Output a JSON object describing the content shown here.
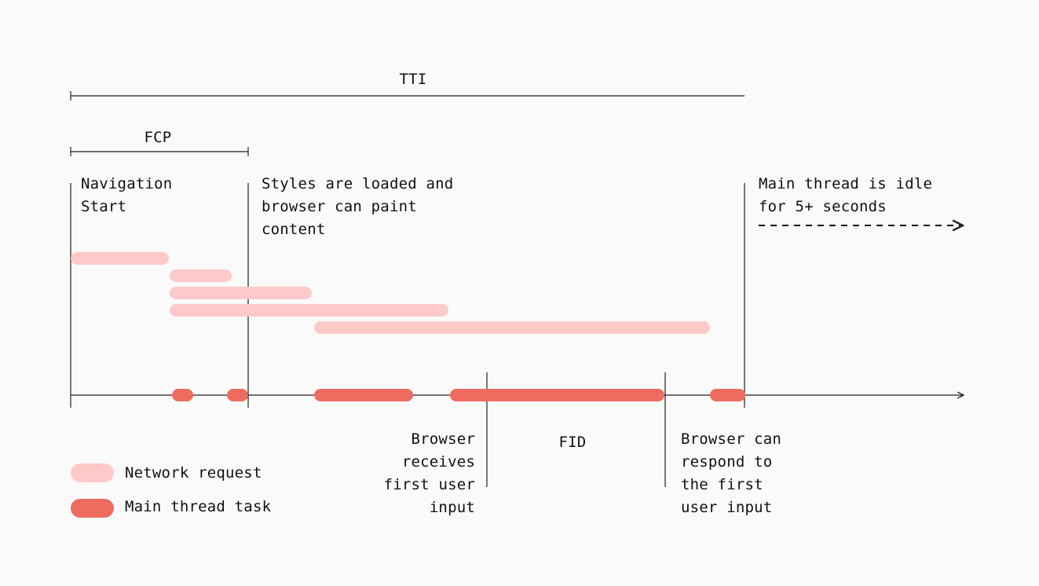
{
  "colors": {
    "background": "#fafafa",
    "network_request": "#ffc9c9",
    "main_thread_task": "#ee6b60",
    "line": "#222222"
  },
  "labels": {
    "tti": "TTI",
    "fcp": "FCP",
    "fid": "FID",
    "navigation_start": "Navigation\nStart",
    "styles_loaded": "Styles are loaded and\nbrowser can paint\ncontent",
    "main_thread_idle": "Main thread is idle\nfor 5+ seconds",
    "browser_receives_input": "Browser\nreceives\nfirst user\ninput",
    "browser_can_respond": "Browser can\nrespond to\nthe first\nuser input"
  },
  "legend": [
    {
      "label": "Network request",
      "color_key": "network_request"
    },
    {
      "label": "Main thread task",
      "color_key": "main_thread_task"
    }
  ]
}
